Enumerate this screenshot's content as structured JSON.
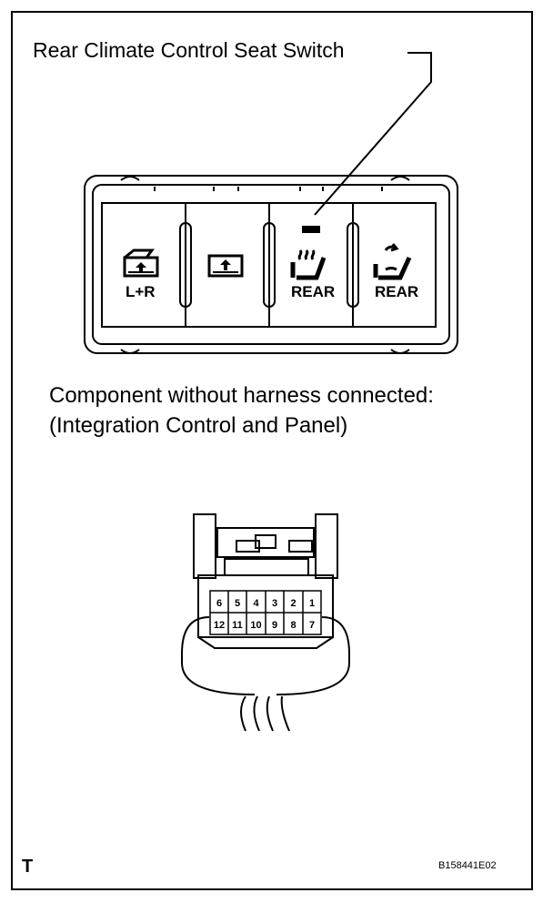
{
  "labels": {
    "switch_title": "Rear Climate Control Seat Switch",
    "caption_line1": "Component without harness connected:",
    "caption_line2": "(Integration Control and Panel)",
    "corner_mark": "T",
    "figure_code": "B158441E02"
  },
  "switch_panel": {
    "buttons": [
      {
        "icon": "seat-fan-both-icon",
        "label": "L+R"
      },
      {
        "icon": "seat-fan-icon",
        "label": ""
      },
      {
        "icon": "seat-heater-icon",
        "label": "REAR"
      },
      {
        "icon": "seat-ventilation-icon",
        "label": "REAR"
      }
    ]
  },
  "connector": {
    "top_row_pins": [
      "6",
      "5",
      "4",
      "3",
      "2",
      "1"
    ],
    "bottom_row_pins": [
      "12",
      "11",
      "10",
      "9",
      "8",
      "7"
    ]
  }
}
